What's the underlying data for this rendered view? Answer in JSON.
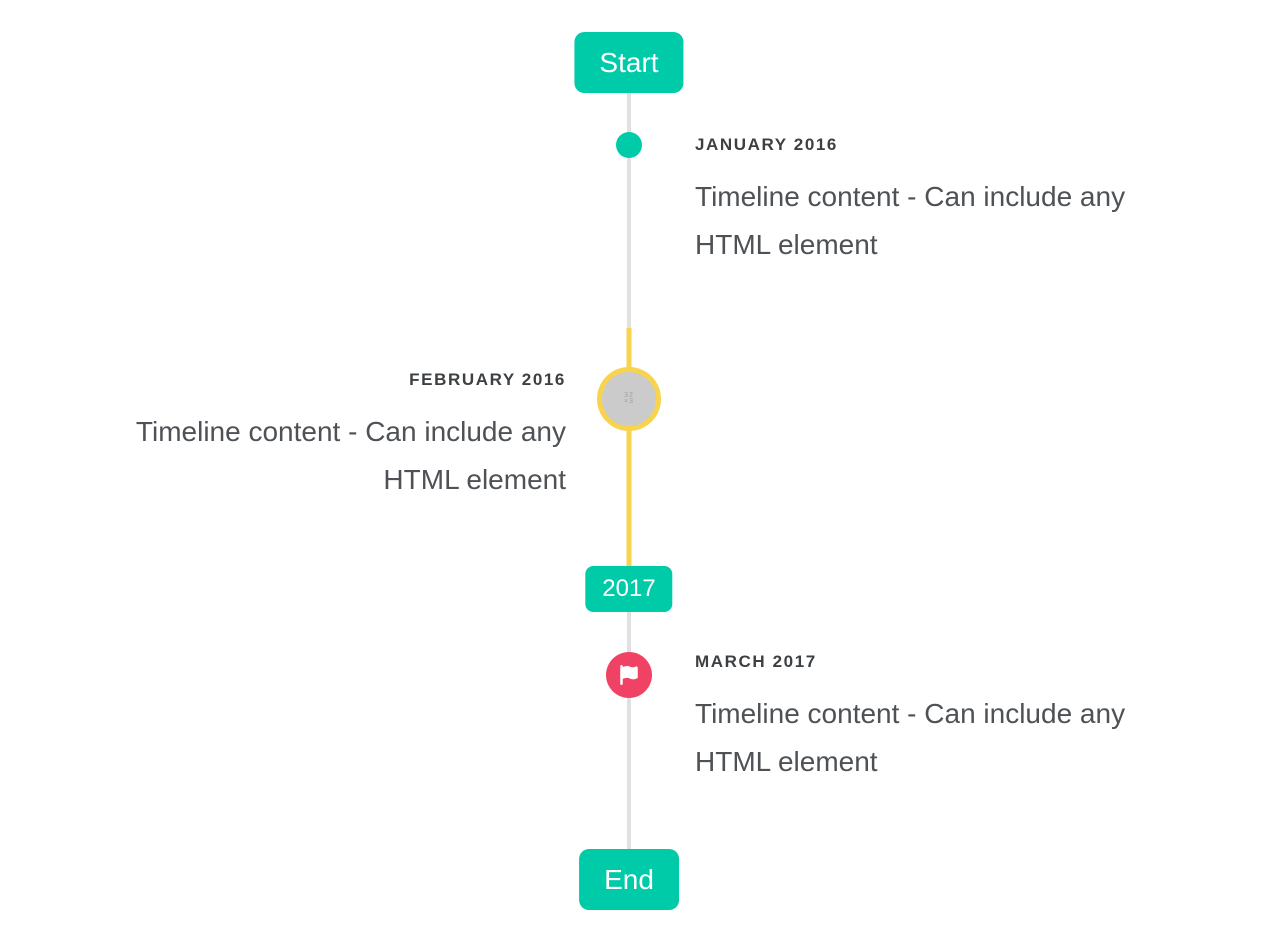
{
  "theme": {
    "teal": "#00CBA9",
    "yellow": "#F8D34D",
    "red": "#F04265",
    "line_gray": "#E0E0E0",
    "circle_gray": "#CBCBCB",
    "title_color": "#3D4043",
    "content_color": "#4E5256",
    "badge_text": "#FFFFFF"
  },
  "timeline": {
    "start_label": "Start",
    "year_badge_label": "2017",
    "end_label": "End",
    "items": [
      {
        "title": "JANUARY 2016",
        "content_line1": "Timeline content - Can include any",
        "content_line2": "HTML element",
        "side": "right",
        "marker": "teal-dot"
      },
      {
        "title": "FEBRUARY 2016",
        "content_line1": "Timeline content - Can include any",
        "content_line2": "HTML element",
        "side": "left",
        "marker": "gray-avatar-yellow-ring",
        "avatar_text_line1": "32",
        "avatar_text_line2": "×3"
      },
      {
        "title": "MARCH 2017",
        "content_line1": "Timeline content - Can include any",
        "content_line2": "HTML element",
        "side": "right",
        "marker": "red-flag"
      }
    ]
  }
}
